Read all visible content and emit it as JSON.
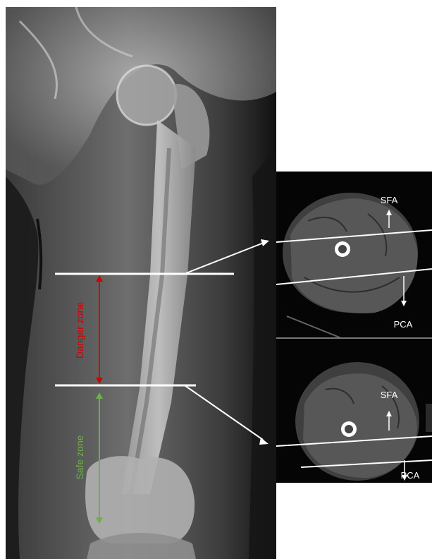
{
  "zones": {
    "danger_label": "Danger zone",
    "safe_label": "Safe zone",
    "danger_color": "#d10000",
    "safe_color": "#6ab04c"
  },
  "ct_top": {
    "upper_vessel": "SFA",
    "lower_vessel": "PCA"
  },
  "ct_bottom": {
    "upper_vessel": "SFA",
    "lower_vessel": "PCA"
  }
}
